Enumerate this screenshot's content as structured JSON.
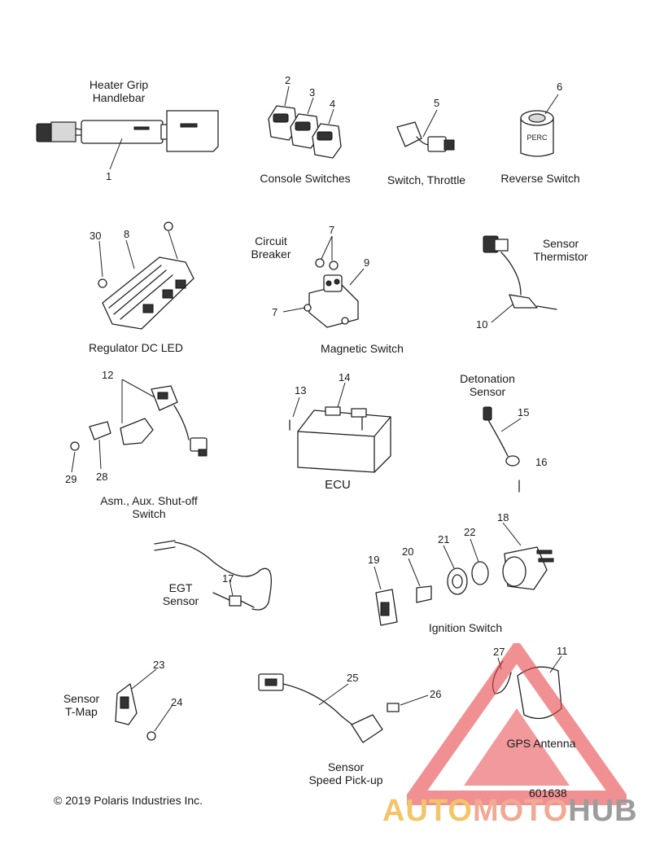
{
  "diagram": {
    "labels": {
      "heater_grip": "Heater Grip\nHandlebar",
      "console_switches": "Console Switches",
      "switch_throttle": "Switch, Throttle",
      "reverse_switch": "Reverse Switch",
      "regulator": "Regulator DC LED",
      "circuit_breaker": "Circuit\nBreaker",
      "magnetic_switch": "Magnetic Switch",
      "sensor_thermistor": "Sensor\nThermistor",
      "detonation_sensor": "Detonation\nSensor",
      "ecu": "ECU",
      "aux_shutoff": "Asm., Aux. Shut-off\nSwitch",
      "egt_sensor": "EGT\nSensor",
      "ignition_switch": "Ignition Switch",
      "sensor_tmap": "Sensor\nT-Map",
      "speed_pickup": "Sensor\nSpeed Pick-up",
      "gps_antenna": "GPS Antenna",
      "reverse_switch_text": "PERC"
    },
    "callouts": [
      "1",
      "2",
      "3",
      "4",
      "5",
      "6",
      "7",
      "8",
      "9",
      "10",
      "12",
      "13",
      "14",
      "15",
      "16",
      "17",
      "18",
      "19",
      "20",
      "21",
      "22",
      "23",
      "24",
      "25",
      "26",
      "27",
      "28",
      "29",
      "30",
      "11",
      "7"
    ],
    "copyright": "© 2019 Polaris Industries Inc.",
    "diagram_id": "601638"
  },
  "watermark": {
    "part1": "AUTO",
    "part2": "MOTO",
    "part3": "HUB",
    "colors": {
      "auto": "#f3c46a",
      "moto": "#f2a994",
      "hub": "#9c9c9c",
      "triangle": "#e8464a"
    }
  }
}
